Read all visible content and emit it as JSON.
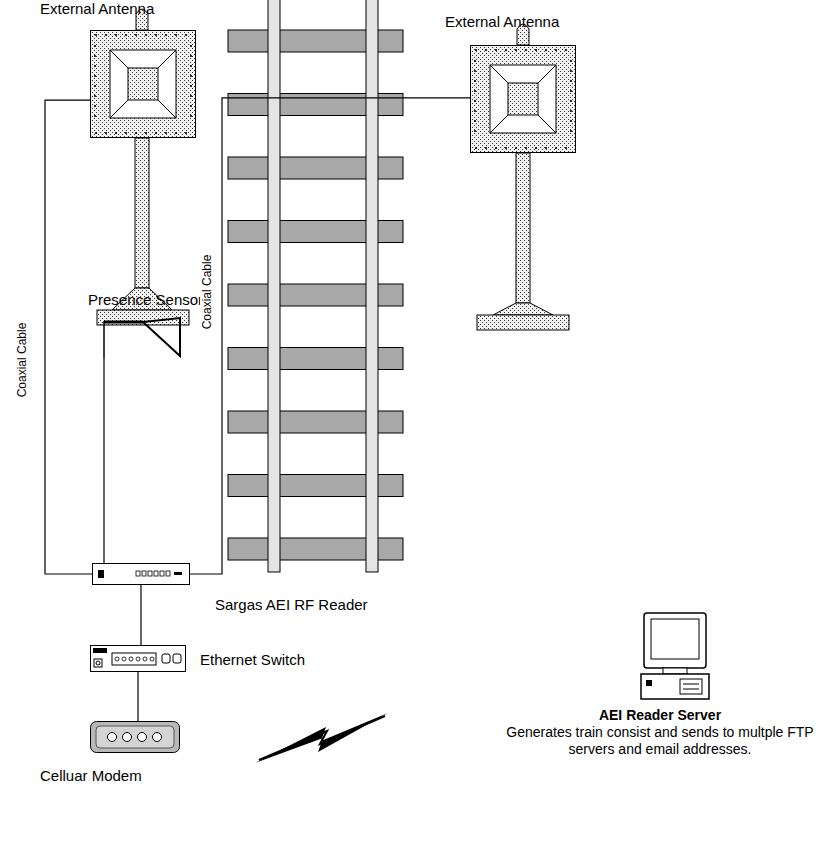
{
  "diagram": {
    "nodes": [
      {
        "text": [
          "External Antenna"
        ]
      },
      {
        "text": [
          "External Antenna"
        ]
      },
      {
        "text": [
          "Presence Sensor"
        ]
      },
      {
        "text": [
          "Sargas AEI RF Reader"
        ]
      },
      {
        "text": [
          "Ethernet Switch"
        ]
      },
      {
        "text": [
          "Celluar Modem"
        ]
      },
      {
        "text": [
          "AEI Reader Server",
          "Generates train consist and sends to multple FTP servers and email addresses."
        ]
      }
    ],
    "edges": [
      {
        "from": 0,
        "to": 3,
        "label": "Coaxial Cable",
        "arrow": "none"
      },
      {
        "from": 1,
        "to": 3,
        "label": "Coaxial Cable",
        "arrow": "none"
      },
      {
        "from": 2,
        "to": 3,
        "arrow": "none"
      },
      {
        "from": 3,
        "to": 4,
        "arrow": "none"
      },
      {
        "from": 4,
        "to": 5,
        "arrow": "none"
      },
      {
        "from": 5,
        "to": 6,
        "arrow": "none"
      }
    ]
  }
}
